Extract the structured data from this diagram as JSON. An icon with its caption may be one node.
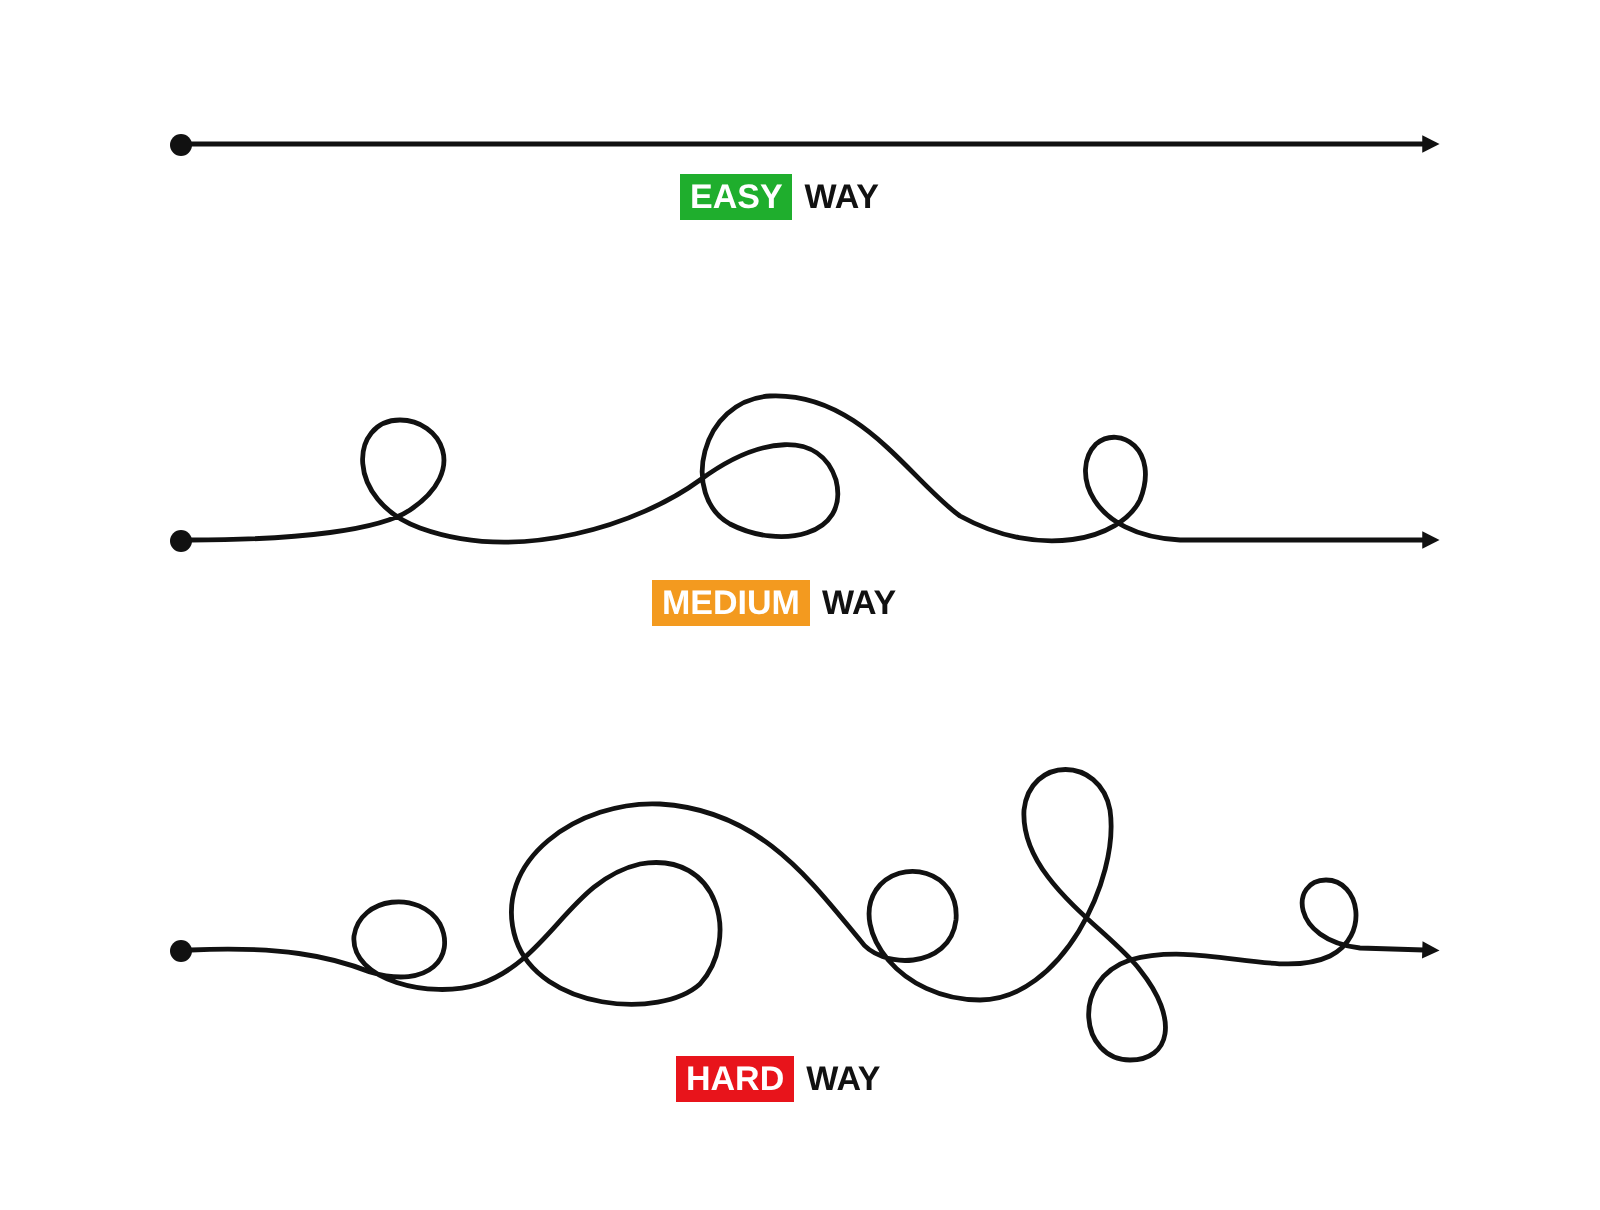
{
  "diagram": {
    "nodes": [
      {
        "text": [],
        "shape": "circle"
      },
      {
        "text": [
          "EASY"
        ],
        "beside": [
          "WAY"
        ]
      },
      {
        "text": [],
        "shape": "circle"
      },
      {
        "text": [
          "MEDIUM"
        ],
        "beside": [
          "WAY"
        ]
      },
      {
        "text": [],
        "shape": "circle"
      },
      {
        "text": [
          "HARD"
        ],
        "beside": [
          "WAY"
        ]
      }
    ],
    "edges": [
      {
        "from": 0,
        "to": null,
        "arrow": "to"
      },
      {
        "from": 2,
        "to": null,
        "arrow": "to"
      },
      {
        "from": 4,
        "to": null,
        "arrow": "to"
      }
    ]
  }
}
